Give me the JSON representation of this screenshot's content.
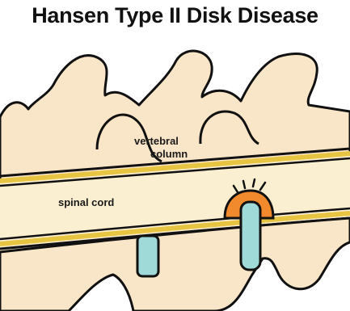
{
  "title": "Hansen Type II Disk Disease",
  "labels": {
    "vertebral_line1": "vertebral",
    "vertebral_line2": "column",
    "spinal_cord": "spinal cord"
  },
  "colors": {
    "bone": "#F9E6C8",
    "cord": "#FBEFD2",
    "cord_stripe": "#E7C442",
    "disk": "#9FDAD8",
    "herniation": "#F08A2C",
    "outline": "#111111"
  }
}
